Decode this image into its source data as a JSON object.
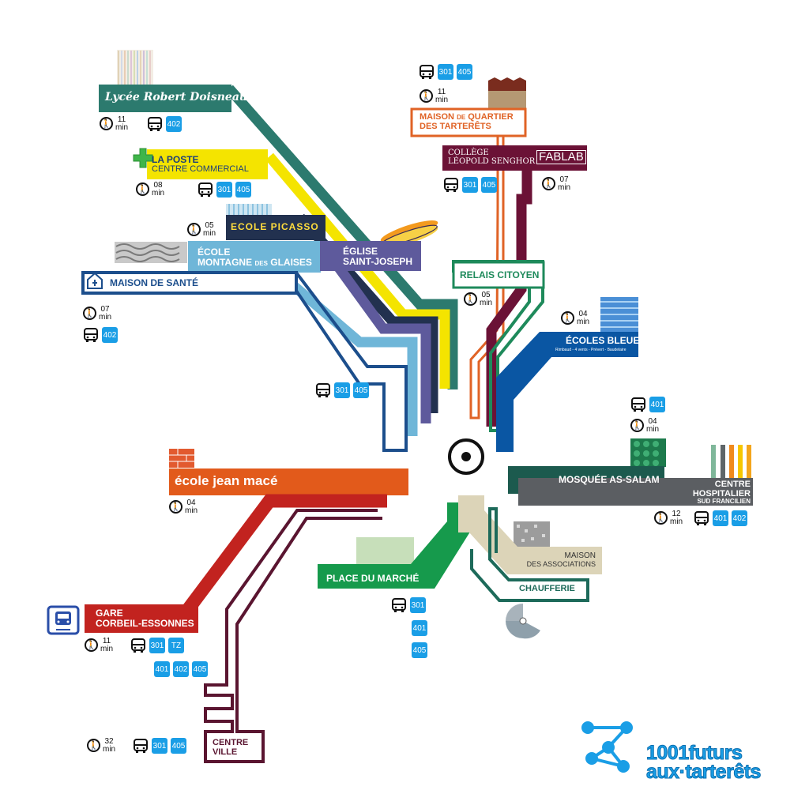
{
  "colors": {
    "teal": "#2c7a6e",
    "yellow": "#f4e400",
    "navy": "#22314f",
    "purple": "#5e5a9c",
    "lightblue": "#6fb6d8",
    "darkblue": "#1c4e8c",
    "orange": "#e06326",
    "maroon": "#6b1236",
    "green": "#1e8a5b",
    "royal": "#0a56a3",
    "darkgreen": "#1c5a4e",
    "grey": "#5b5e62",
    "red": "#c2231f",
    "brown": "#5a1530",
    "lime": "#169a4c",
    "beige": "#dcd4b8",
    "chauff": "#1d6a5a",
    "badge": "#1a9ee6"
  },
  "center_icon": "target-icon",
  "walk_unit": "min",
  "destinations": {
    "lycee": {
      "name": "Lycée Robert Doisneau",
      "walk": "11",
      "buses": [
        "402"
      ]
    },
    "poste": {
      "line1": "LA POSTE",
      "line2": "CENTRE COMMERCIAL",
      "walk": "08",
      "buses": [
        "301",
        "405"
      ]
    },
    "picasso": {
      "name": "ECOLE PICASSO",
      "walk": "05"
    },
    "montagne": {
      "line1": "ÉCOLE",
      "line2a": "MONTAGNE",
      "line2b": "DES",
      "line2c": "GLAISES"
    },
    "joseph": {
      "line1": "ÉGLISE",
      "line2": "SAINT-JOSEPH"
    },
    "sante": {
      "name": "MAISON DE SANTÉ",
      "walk": "07",
      "buses": [
        "402"
      ]
    },
    "west_bus": {
      "buses": [
        "301",
        "405"
      ]
    },
    "maison_quartier": {
      "line1a": "MAISON",
      "line1b": "DE",
      "line1c": "QUARTIER",
      "line2": "DES TARTERÊTS",
      "walk": "11",
      "buses": [
        "301",
        "405"
      ]
    },
    "college": {
      "line1": "COLLÈGE",
      "line2": "LÉOPOLD SENGHOR",
      "fablab": "FABLAB",
      "walk": "07",
      "buses": [
        "301",
        "405"
      ]
    },
    "relais": {
      "name": "RELAIS CITOYEN",
      "walk": "05"
    },
    "ecoles_bleues": {
      "name": "ÉCOLES BLEUES",
      "sub": "Rimbaud - 4 vents - Prévert - Baudelaire",
      "walk": "04"
    },
    "mosquee": {
      "name": "MOSQUÉE AS-SALAM",
      "walk": "04",
      "buses": [
        "401"
      ]
    },
    "hopital": {
      "line1": "CENTRE",
      "line2": "HOSPITALIER",
      "line3": "SUD FRANCILIEN",
      "walk": "12",
      "buses": [
        "401",
        "402"
      ]
    },
    "jean_mace": {
      "name": "école jean macé",
      "walk": "04"
    },
    "gare": {
      "line1": "GARE",
      "line2": "CORBEIL-ESSONNES",
      "walk": "11",
      "buses": [
        "301",
        "TZ",
        "401",
        "402",
        "405"
      ]
    },
    "centre_ville": {
      "line1": "CENTRE",
      "line2": "VILLE",
      "walk": "32",
      "buses": [
        "301",
        "405"
      ]
    },
    "marche": {
      "name": "PLACE DU MARCHÉ",
      "buses": [
        "301",
        "401",
        "405"
      ]
    },
    "associations": {
      "line1": "MAISON",
      "line2": "DES ASSOCIATIONS"
    },
    "chaufferie": {
      "name": "CHAUFFERIE"
    }
  },
  "brand": {
    "line1": "1001futurs",
    "line2": "aux·tarterêts"
  }
}
